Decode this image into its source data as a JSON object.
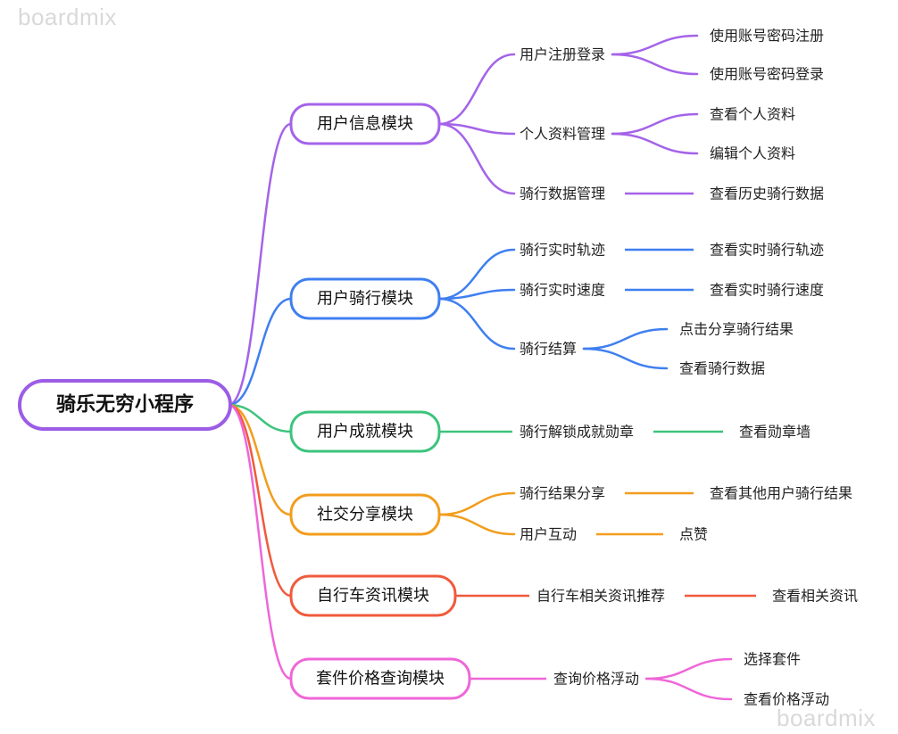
{
  "watermarks": [
    "boardmix",
    "boardmix"
  ],
  "root": {
    "label": "骑乐无穷小程序",
    "color": "#9b5de5"
  },
  "branches": [
    {
      "label": "用户信息模块",
      "color": "#a463e9",
      "children": [
        {
          "label": "用户注册登录",
          "children": [
            "使用账号密码注册",
            "使用账号密码登录"
          ]
        },
        {
          "label": "个人资料管理",
          "children": [
            "查看个人资料",
            "编辑个人资料"
          ]
        },
        {
          "label": "骑行数据管理",
          "children": [
            "查看历史骑行数据"
          ]
        }
      ]
    },
    {
      "label": "用户骑行模块",
      "color": "#3f7ff0",
      "children": [
        {
          "label": "骑行实时轨迹",
          "children": [
            "查看实时骑行轨迹"
          ]
        },
        {
          "label": "骑行实时速度",
          "children": [
            "查看实时骑行速度"
          ]
        },
        {
          "label": "骑行结算",
          "children": [
            "点击分享骑行结果",
            "查看骑行数据"
          ]
        }
      ]
    },
    {
      "label": "用户成就模块",
      "color": "#3cc47c",
      "children": [
        {
          "label": "骑行解锁成就勋章",
          "children": [
            "查看勋章墙"
          ]
        }
      ]
    },
    {
      "label": "社交分享模块",
      "color": "#f29d1d",
      "children": [
        {
          "label": "骑行结果分享",
          "children": [
            "查看其他用户骑行结果"
          ]
        },
        {
          "label": "用户互动",
          "children": [
            "点赞"
          ]
        }
      ]
    },
    {
      "label": "自行车资讯模块",
      "color": "#f05a3c",
      "children": [
        {
          "label": "自行车相关资讯推荐",
          "children": [
            "查看相关资讯"
          ]
        }
      ]
    },
    {
      "label": "套件价格查询模块",
      "color": "#ef66d8",
      "children": [
        {
          "label": "查询价格浮动",
          "children": [
            "选择套件",
            "查看价格浮动"
          ]
        }
      ]
    }
  ]
}
